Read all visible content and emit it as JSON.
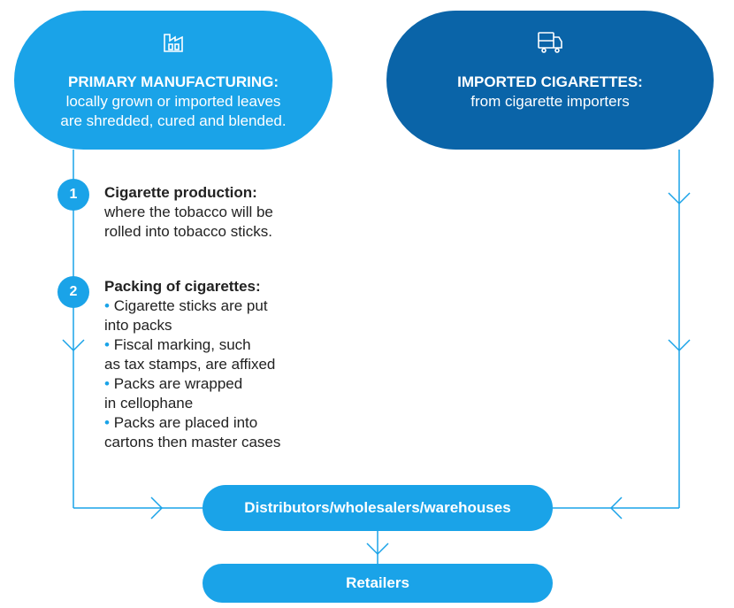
{
  "primary": {
    "icon": "factory-icon",
    "title": "PRIMARY MANUFACTURING:",
    "description": "locally grown or imported leaves\nare shredded, cured and blended."
  },
  "imported": {
    "icon": "truck-icon",
    "title": "IMPORTED CIGARETTES:",
    "description": "from cigarette importers"
  },
  "steps": [
    {
      "number": "1",
      "title": "Cigarette production:",
      "body": "where the tobacco will be\nrolled into tobacco sticks."
    },
    {
      "number": "2",
      "title": "Packing of cigarettes:",
      "bullets": [
        "Cigarette sticks are put\ninto packs",
        "Fiscal marking, such\nas tax stamps, are affixed",
        "Packs are wrapped\nin cellophane",
        "Packs are placed into\ncartons then master cases"
      ]
    }
  ],
  "distributors": {
    "label": "Distributors/wholesalers/warehouses"
  },
  "retailers": {
    "label": "Retailers"
  },
  "colors": {
    "light_blue": "#1aa3e8",
    "dark_blue": "#0a64a8",
    "text": "#222222"
  }
}
